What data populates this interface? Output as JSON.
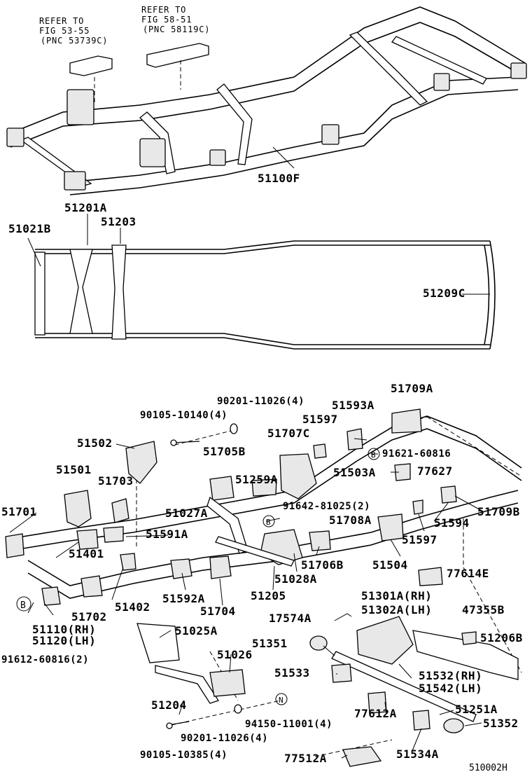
{
  "refs": {
    "ref1": {
      "line1": "REFER TO",
      "line2": "FIG 53-55",
      "line3": "(PNC 53739C)"
    },
    "ref2": {
      "line1": "REFER TO",
      "line2": "FIG 58-51",
      "line3": "(PNC 58119C)"
    }
  },
  "frame": {
    "label": "51100F"
  },
  "plan": {
    "labels": [
      "51021B",
      "51201A",
      "51203",
      "51209C"
    ]
  },
  "parts": {
    "p90201_11026_top": "90201-11026(4)",
    "p90105_10140": "90105-10140(4)",
    "p51709A": "51709A",
    "p51593A": "51593A",
    "p51597_top": "51597",
    "p51707C": "51707C",
    "p51502": "51502",
    "p51705B": "51705B",
    "p91621": "91621-60816",
    "p77627": "77627",
    "p51501": "51501",
    "p51703": "51703",
    "p51259A": "51259A",
    "p51503A": "51503A",
    "p51701": "51701",
    "p51027A": "51027A",
    "p91642": "91642-81025(2)",
    "p51709B": "51709B",
    "p51708A": "51708A",
    "p51591A": "51591A",
    "p51594": "51594",
    "p51597_mid": "51597",
    "p51401": "51401",
    "p51706B": "51706B",
    "p51504": "51504",
    "p51028A": "51028A",
    "p77614E": "77614E",
    "p51205": "51205",
    "p51402": "51402",
    "p51592A": "51592A",
    "p51702": "51702",
    "p51704": "51704",
    "p51301A": "51301A(RH)",
    "p51302A": "51302A(LH)",
    "p47355B": "47355B",
    "p51110": "51110(RH)",
    "p51120": "51120(LH)",
    "p17574A": "17574A",
    "p51025A": "51025A",
    "p51206B": "51206B",
    "p91612": "91612-60816(2)",
    "p51351": "51351",
    "p51026": "51026",
    "p51532": "51532(RH)",
    "p51542": "51542(LH)",
    "p51533": "51533",
    "p51204": "51204",
    "p51251A": "51251A",
    "p94150": "94150-11001(4)",
    "p77612A": "77612A",
    "p51352": "51352",
    "p90201_11026_bot": "90201-11026(4)",
    "p90105_10385": "90105-10385(4)",
    "p77512A": "77512A",
    "p51534A": "51534A"
  },
  "markers": {
    "b": "B",
    "n": "N"
  },
  "figure_id": "510002H"
}
